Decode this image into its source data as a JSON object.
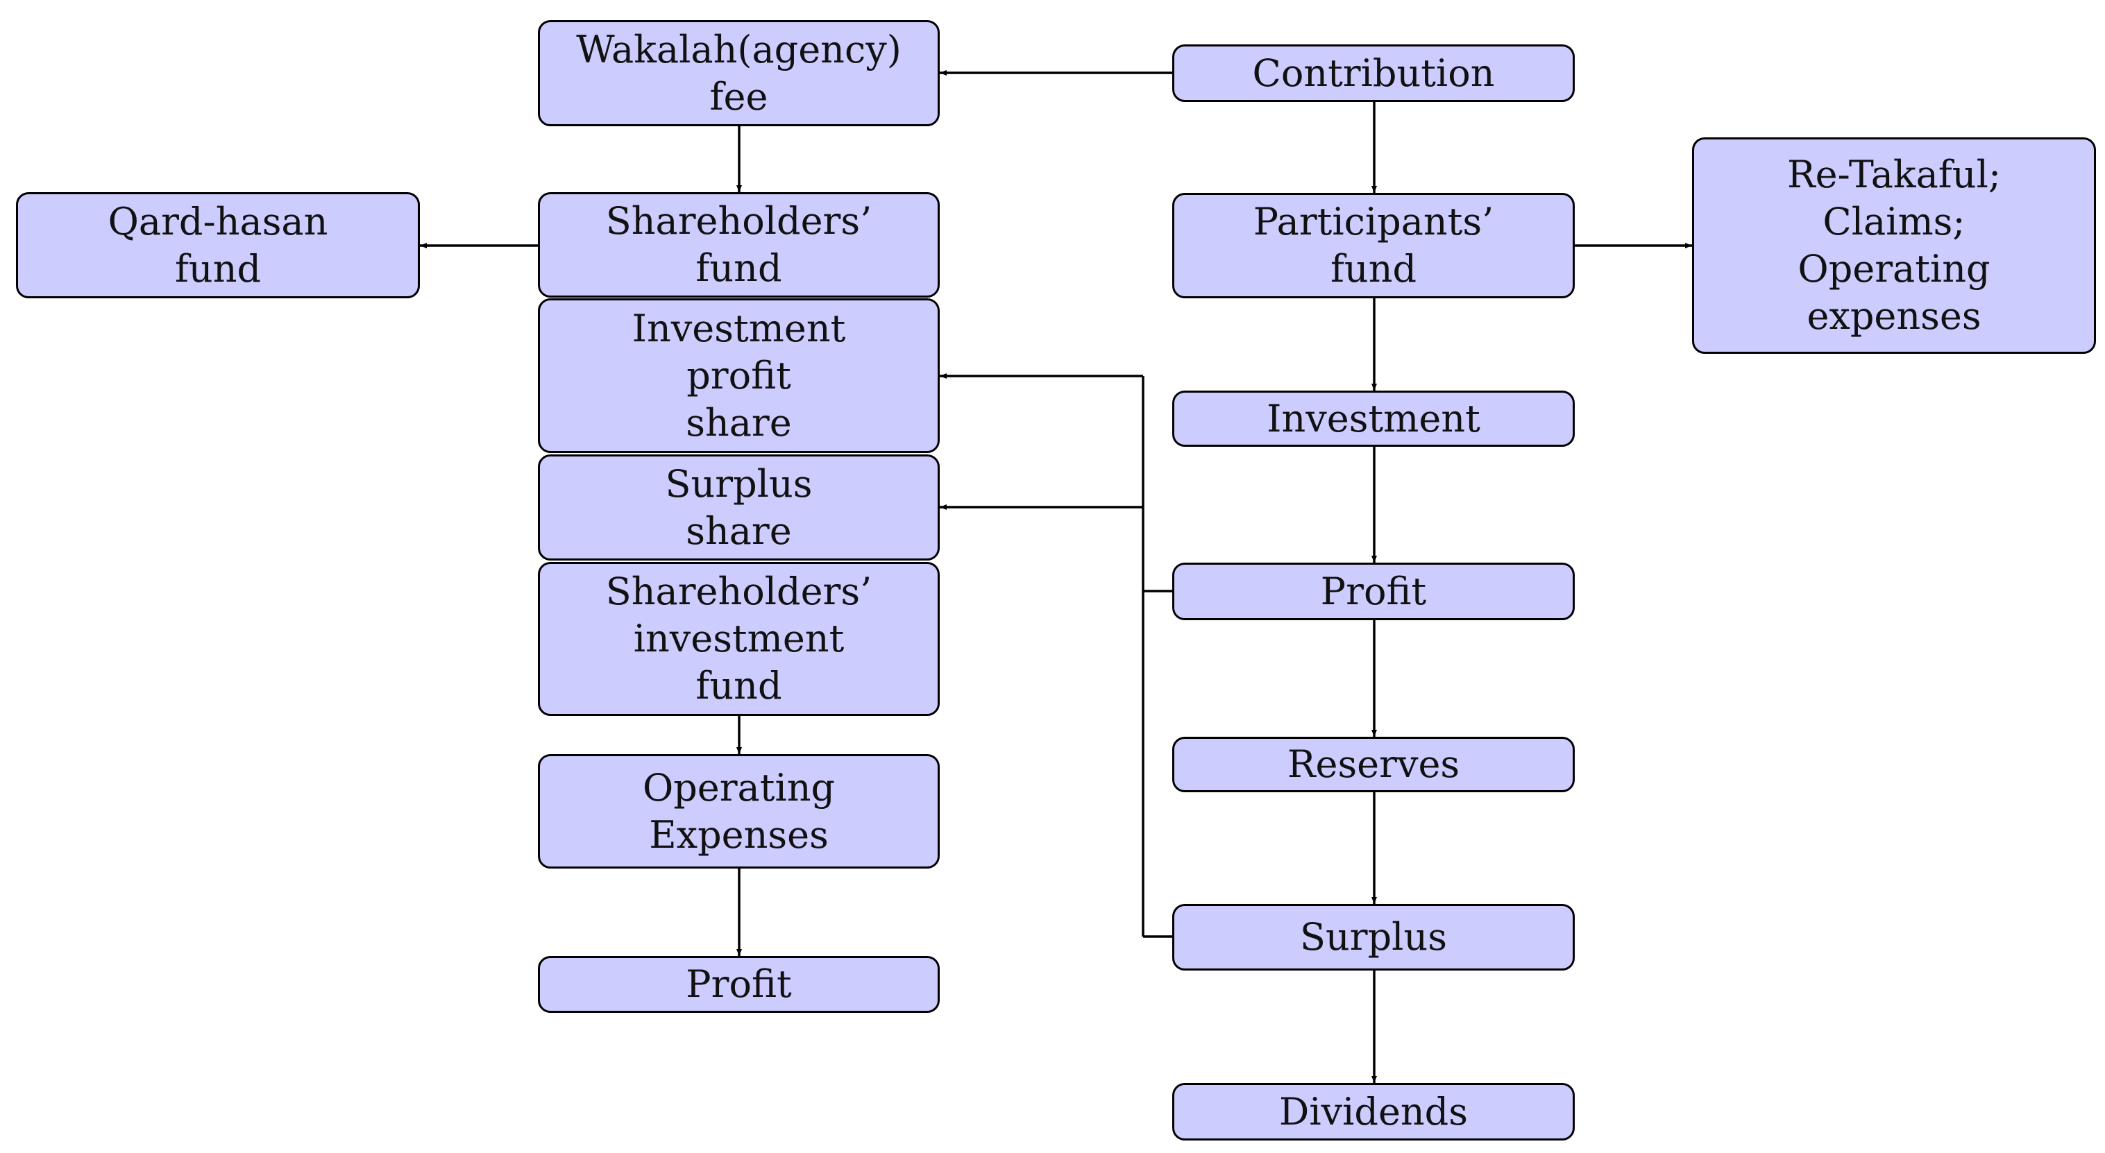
{
  "colors": {
    "node_fill": "#ccccff",
    "stroke": "#000000",
    "text": "#111111"
  },
  "nodes": {
    "wakalah_fee": "Wakalah(agency)\nfee",
    "contribution": "Contribution",
    "qard_hasan_fund": "Qard-hasan\nfund",
    "shareholders_fund": "Shareholders’\nfund",
    "participants_fund": "Participants’\nfund",
    "retakaful_claims_opex": "Re-Takaful;\nClaims;\nOperating\nexpenses",
    "investment_profit_share": "Investment\nprofit\nshare",
    "investment": "Investment",
    "surplus_share": "Surplus\nshare",
    "participants_profit": "Profit",
    "shareholders_investment_fund": "Shareholders’\ninvestment\nfund",
    "operating_expenses": "Operating\nExpenses",
    "reserves": "Reserves",
    "surplus": "Surplus",
    "shareholders_profit": "Profit",
    "dividends": "Dividends"
  }
}
